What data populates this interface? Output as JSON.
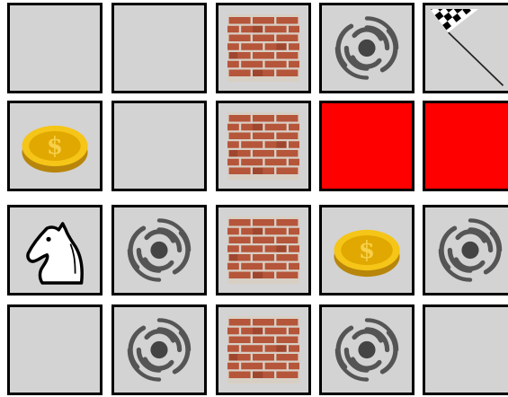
{
  "board": {
    "rows": 4,
    "cols": 5,
    "colors": {
      "empty": "#d3d3d3",
      "border": "#000000",
      "blocked": "#ff0000",
      "brick": "#b5553a",
      "mortar": "#d8cfc4",
      "coin": "#e8b81c",
      "vortex": "#555555"
    },
    "cells": [
      [
        "empty",
        "empty",
        "brick-wall",
        "vortex",
        "finish-flag"
      ],
      [
        "gold-coin",
        "empty",
        "brick-wall",
        "red-block",
        "red-block"
      ],
      [
        "knight",
        "vortex",
        "brick-wall",
        "gold-coin",
        "vortex"
      ],
      [
        "empty",
        "vortex",
        "brick-wall",
        "vortex",
        "empty"
      ]
    ]
  }
}
